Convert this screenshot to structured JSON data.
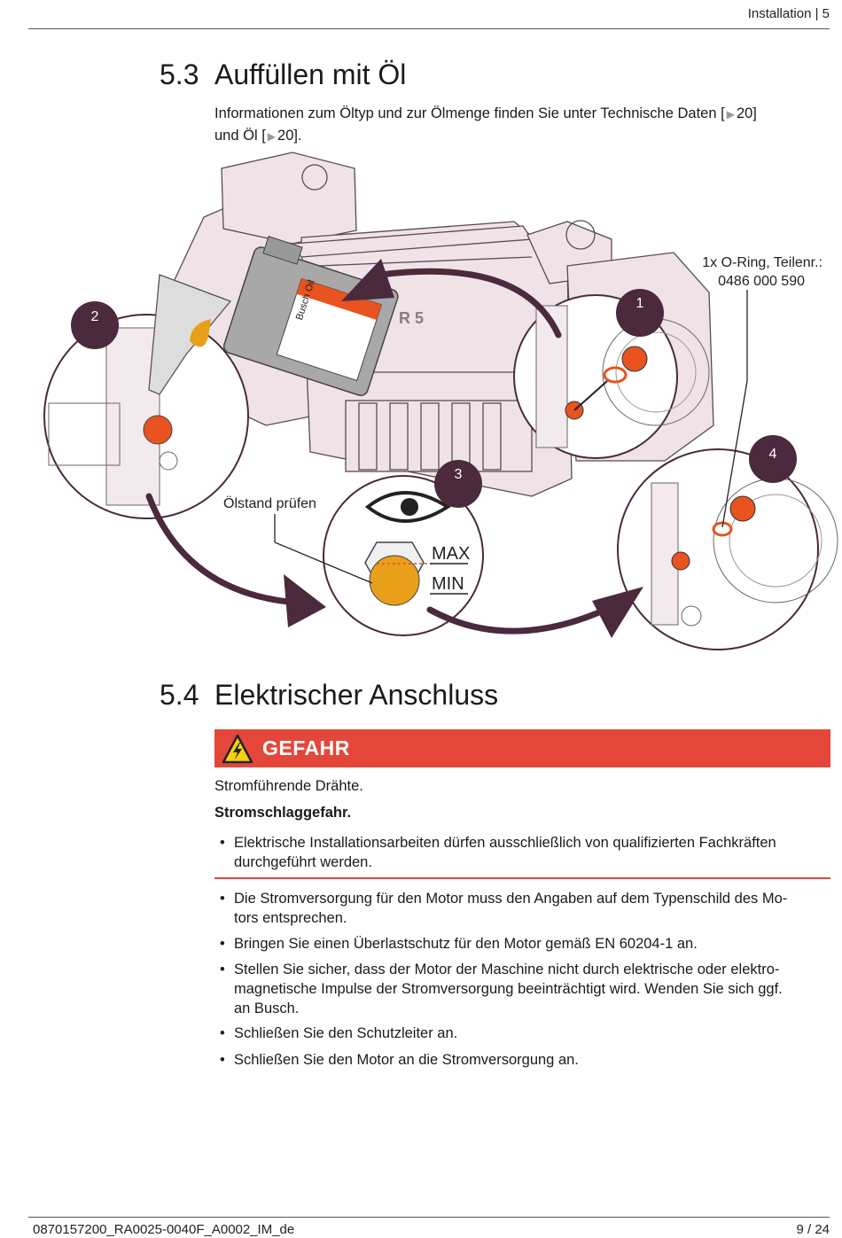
{
  "header": {
    "section": "Installation | 5"
  },
  "section_53": {
    "number": "5.3",
    "title": "Auffüllen mit Öl",
    "intro_line1_pre": "Informationen zum Öltyp und zur Ölmenge finden Sie unter ",
    "intro_link1": "Technische Daten",
    "intro_ref1": "20]",
    "intro_line2_pre": "und ",
    "intro_link2": "Öl",
    "intro_ref2": "20]."
  },
  "figure": {
    "callout_oring_line1": "1x O-Ring, Teilenr.:",
    "callout_oring_line2": "0486 000 590",
    "step1": "1",
    "step2": "2",
    "step3": "3",
    "step4": "4",
    "oil_check_label": "Ölstand prüfen",
    "max_label": "MAX",
    "min_label": "MIN",
    "bottle_label": "Busch Oil",
    "pump_label": "R 5",
    "colors": {
      "step_badge": "#4a2a3c",
      "arrow": "#4a2a3c",
      "oil": "#e8a01a",
      "plug": "#e8531f",
      "pump_tint": "#efe3e8"
    }
  },
  "section_54": {
    "number": "5.4",
    "title": "Elektrischer Anschluss",
    "danger_label": "GEFAHR",
    "danger_color": "#e4473a",
    "hazard_text": "Stromführende Drähte.",
    "hazard_heading": "Stromschlaggefahr.",
    "danger_bullets": [
      [
        "Elektrische Installationsarbeiten dürfen ausschließlich von qualifizierten Fachkräften",
        "durchgeführt werden."
      ]
    ],
    "bullets": [
      [
        "Die Stromversorgung für den Motor muss den Angaben auf dem Typenschild des Mo-",
        "tors entsprechen."
      ],
      [
        "Bringen Sie einen Überlastschutz für den Motor gemäß EN 60204-1 an."
      ],
      [
        "Stellen Sie sicher, dass der Motor der Maschine nicht durch elektrische oder elektro-",
        "magnetische Impulse der Stromversorgung beeinträchtigt wird. Wenden Sie sich ggf.",
        "an Busch."
      ],
      [
        "Schließen Sie den Schutzleiter an."
      ],
      [
        "Schließen Sie den Motor an die Stromversorgung an."
      ]
    ]
  },
  "footer": {
    "doc_id": "0870157200_RA0025-0040F_A0002_IM_de",
    "page": "9 / 24"
  }
}
